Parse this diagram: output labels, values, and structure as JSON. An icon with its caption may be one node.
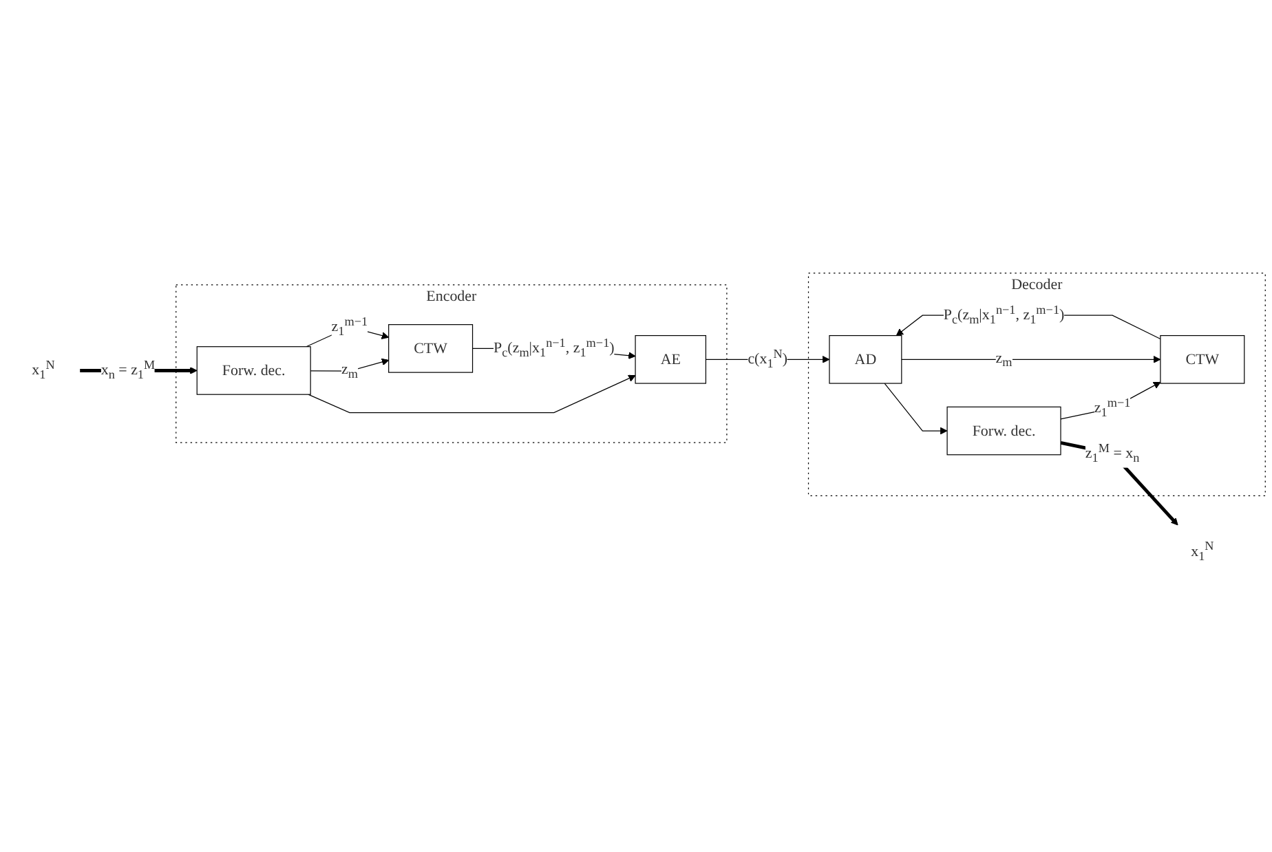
{
  "diagram": {
    "nodes": [
      {
        "text": [
          "x$_{1}$$^{N}$"
        ]
      },
      {
        "text": [
          "Encoder"
        ]
      },
      {
        "text": [
          "Forw. dec."
        ],
        "in": 1
      },
      {
        "text": [
          "CTW"
        ],
        "in": 1
      },
      {
        "text": [
          "AE"
        ],
        "in": 1
      },
      {
        "text": [
          "x$_{1}$$^{N}$"
        ]
      },
      {
        "text": [
          "Decoder"
        ]
      },
      {
        "text": [
          "Forw. dec."
        ],
        "in": 6
      },
      {
        "text": [
          "CTW"
        ],
        "in": 6
      },
      {
        "text": [
          "AD"
        ],
        "in": 6
      }
    ],
    "edges": [
      {
        "from": 0,
        "to": 2,
        "arrow": "to",
        "style": "thick",
        "label": "x$_{n}$ = z$_{1}$$^{M}$"
      },
      {
        "from": 2,
        "to": 3,
        "arrow": "to",
        "label": "z$_{m}$"
      },
      {
        "from": 2,
        "to": 3,
        "arrow": "to",
        "label": "z$_{1}$$^{m−1}$"
      },
      {
        "from": 2,
        "to": 4,
        "arrow": "to"
      },
      {
        "from": 3,
        "to": 4,
        "arrow": "to",
        "label": "P$_{c}$(z$_{m}$|x$_{1}$$^{n−1}$, z$_{1}$$^{m−1}$)"
      },
      {
        "from": 4,
        "to": 9,
        "arrow": "to",
        "label": "c(x$_{1}$$^{N}$)"
      },
      {
        "from": 7,
        "to": 8,
        "arrow": "to",
        "label": "z$_{1}$$^{m−1}$"
      },
      {
        "from": 8,
        "to": 9,
        "arrow": "to",
        "label": "P$_{c}$(z$_{m}$|x$_{1}$$^{n−1}$, z$_{1}$$^{m−1}$)"
      },
      {
        "from": 9,
        "to": 8,
        "arrow": "to",
        "label": "z$_{m}$"
      },
      {
        "from": 9,
        "to": 7,
        "arrow": "to"
      },
      {
        "from": 7,
        "to": 5,
        "arrow": "to",
        "style": "thick",
        "label": "z$_{1}$$^{M}$ = x$_{n}$"
      }
    ]
  }
}
